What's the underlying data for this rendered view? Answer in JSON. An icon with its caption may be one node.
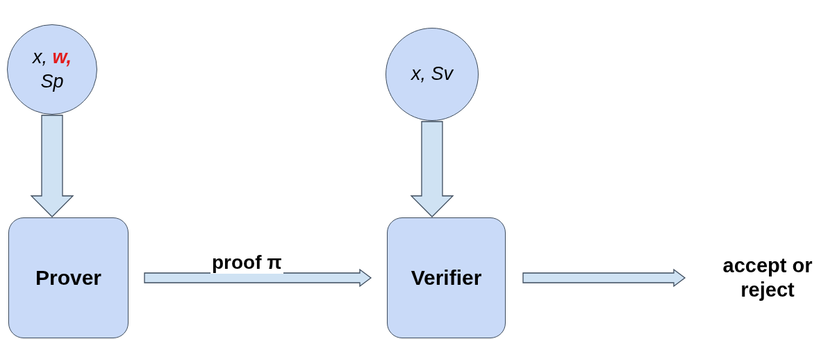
{
  "diagram": {
    "nodes": [
      {
        "text": [
          "x, **w,** Sp"
        ]
      },
      {
        "text": [
          "x, Sv"
        ]
      },
      {
        "text": [
          "Prover"
        ]
      },
      {
        "text": [
          "Verifier"
        ]
      },
      {
        "text": [
          "accept or reject"
        ]
      }
    ],
    "edges": [
      {
        "from": 0,
        "to": 2,
        "arrow": "to"
      },
      {
        "from": 1,
        "to": 3,
        "arrow": "to"
      },
      {
        "from": 2,
        "to": 3,
        "arrow": "to",
        "label": "proof π"
      },
      {
        "from": 3,
        "to": 4,
        "arrow": "to"
      }
    ]
  }
}
